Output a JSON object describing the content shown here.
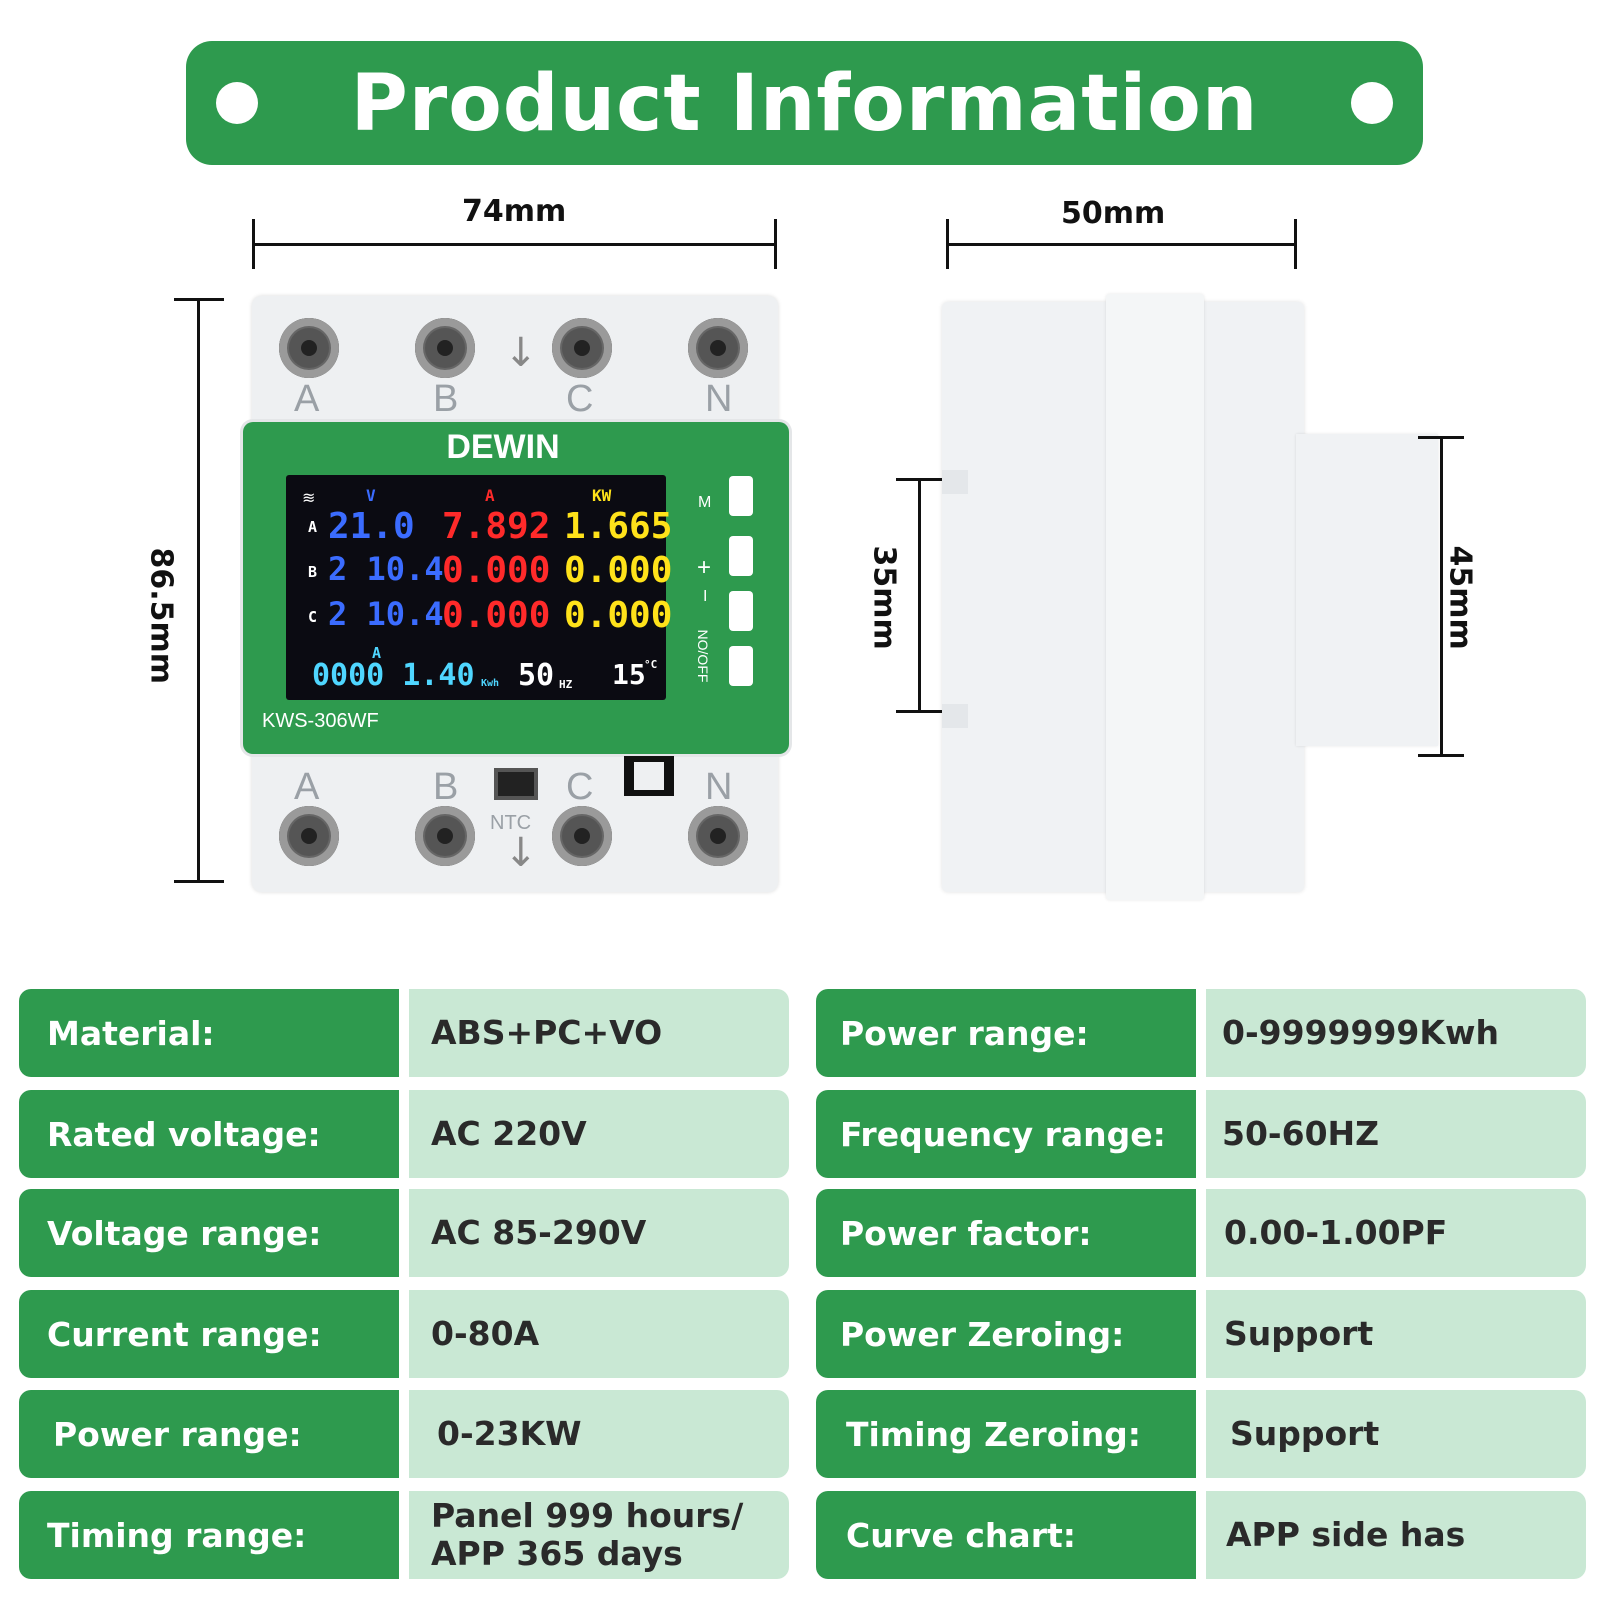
{
  "banner": {
    "title": "Product Information"
  },
  "dimensions": {
    "front_width": "74mm",
    "front_height": "86.5mm",
    "side_width": "50mm",
    "rail_height": "35mm",
    "side_height": "45mm"
  },
  "device": {
    "brand": "DEWIN",
    "model": "KWS-306WF",
    "top_terminals": [
      "A",
      "B",
      "C",
      "N"
    ],
    "bottom_terminals": [
      "A",
      "B",
      "C",
      "N"
    ],
    "ntc_label": "NTC",
    "side_buttons": [
      "M",
      "+",
      "I",
      "NO/OFF"
    ],
    "lcd": {
      "col_v": "V",
      "col_a": "A",
      "col_kw": "KW",
      "rows": [
        {
          "phase": "A",
          "v": "21.0",
          "a": "7.892",
          "kw": "1.665"
        },
        {
          "phase": "B",
          "v": "2 10.4",
          "a": "0.000",
          "kw": "0.000"
        },
        {
          "phase": "C",
          "v": "2 10.4",
          "a": "0.000",
          "kw": "0.000"
        }
      ],
      "bottom_a": "A",
      "energy": "0000 1.40",
      "energy_unit": "Kwh",
      "freq": "50",
      "freq_unit": "HZ",
      "temp": "15",
      "temp_unit": "°C"
    },
    "accent_color": "#2e9a4e"
  },
  "specs_left": [
    {
      "label": "Material:",
      "value": "ABS+PC+VO"
    },
    {
      "label": "Rated voltage:",
      "value": "AC 220V"
    },
    {
      "label": "Voltage range:",
      "value": "AC 85-290V"
    },
    {
      "label": "Current range:",
      "value": "0-80A"
    },
    {
      "label": "Power range:",
      "value": "0-23KW"
    },
    {
      "label": "Timing range:",
      "value": "Panel 999 hours/\nAPP 365 days"
    }
  ],
  "specs_right": [
    {
      "label": "Power range:",
      "value": "0-9999999Kwh"
    },
    {
      "label": "Frequency range:",
      "value": "50-60HZ"
    },
    {
      "label": "Power factor:",
      "value": "0.00-1.00PF"
    },
    {
      "label": "Power Zeroing:",
      "value": "Support"
    },
    {
      "label": "Timing Zeroing:",
      "value": "Support"
    },
    {
      "label": "Curve chart:",
      "value": "APP side has"
    }
  ]
}
